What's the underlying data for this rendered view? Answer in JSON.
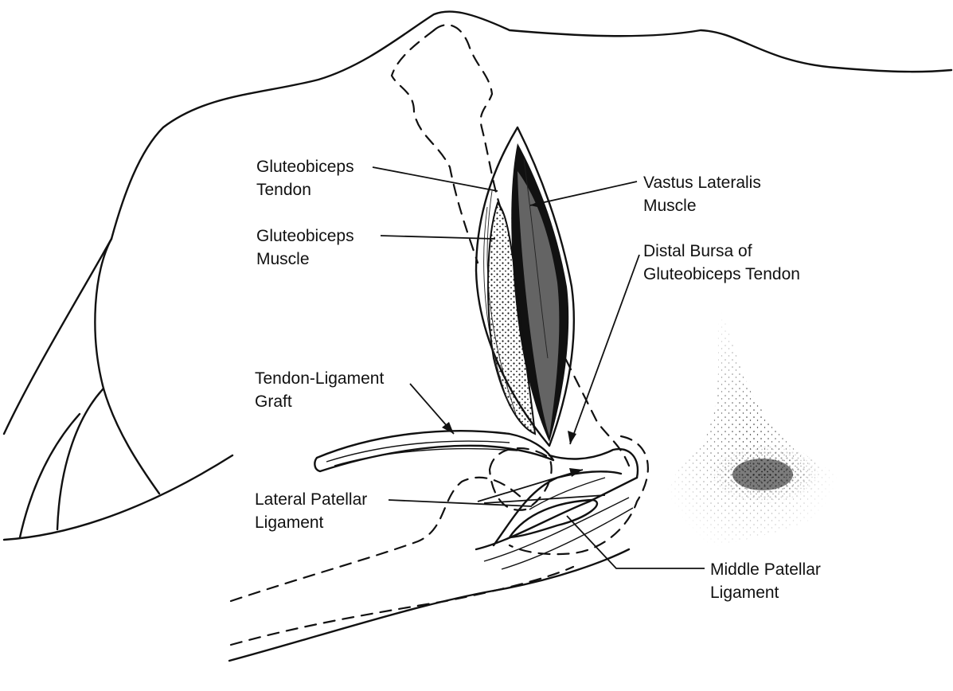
{
  "labels": {
    "gluteobiceps_tendon": [
      "Gluteobiceps",
      "Tendon"
    ],
    "gluteobiceps_muscle": [
      "Gluteobiceps",
      "Muscle"
    ],
    "vastus_lateralis": [
      "Vastus Lateralis",
      "Muscle"
    ],
    "distal_bursa": [
      "Distal Bursa of",
      "Gluteobiceps Tendon"
    ],
    "tendon_ligament_graft": [
      "Tendon-Ligament",
      "Graft"
    ],
    "lateral_patellar": [
      "Lateral Patellar",
      "Ligament"
    ],
    "middle_patellar": [
      "Middle Patellar",
      "Ligament"
    ]
  },
  "colors": {
    "ink": "#111111",
    "paper": "#ffffff"
  }
}
